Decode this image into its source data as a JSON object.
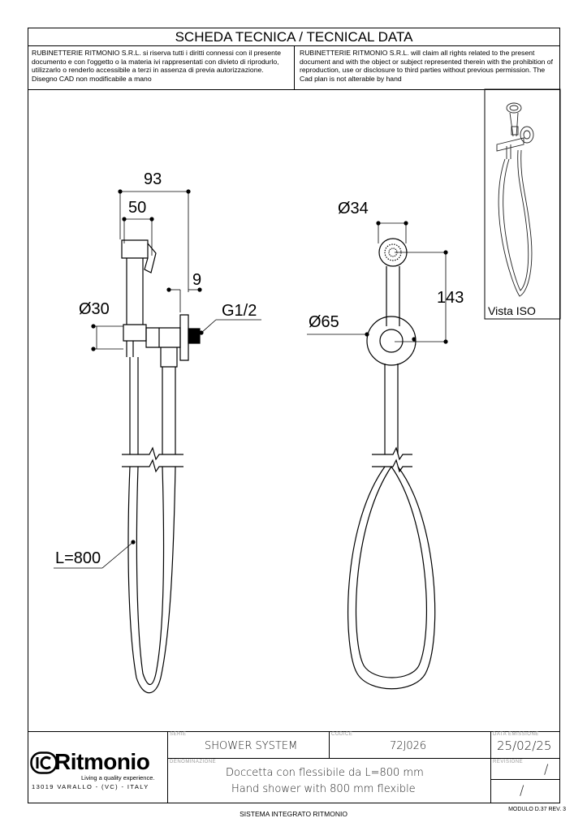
{
  "header": {
    "title": "SCHEDA TECNICA / TECNICAL DATA",
    "notice_it": "RUBINETTERIE RITMONIO S.R.L. si riserva tutti i diritti connessi con il presente documento e con l'oggetto o la materia ivi rappresentati con divieto di riprodurlo, utilizzarlo o renderlo accessibile a terzi in assenza di previa autorizzazione. Disegno CAD non modificabile a mano",
    "notice_en": "RUBINETTERIE RITMONIO S.R.L. will claim all rights related to the present document and with the object or subject represented therein with the prohibition  of reproduction, use or disclosure to third parties without previous permission.  The Cad plan is not alterable by hand"
  },
  "drawing": {
    "dim_93": "93",
    "dim_50": "50",
    "dim_9": "9",
    "dim_d30": "Ø30",
    "dim_g12": "G1/2",
    "dim_d34": "Ø34",
    "dim_143": "143",
    "dim_d65": "Ø65",
    "dim_l800": "L=800",
    "iso_label": "Vista ISO"
  },
  "title_block": {
    "brand": "Ritmonio",
    "tagline": "Living a quality experience.",
    "address": "13019 VARALLO - (VC) - ITALY",
    "serie_label": "SERIE",
    "serie_value": "SHOWER SYSTEM",
    "codice_label": "CODICE",
    "codice_value": "72J026",
    "data_label": "DATA EMISSIONE",
    "data_value": "25/02/25",
    "denominazione_label": "DENOMINAZIONE",
    "denominazione_it": "Doccetta con flessibile da L=800 mm",
    "denominazione_en": "Hand shower with 800 mm flexible",
    "revisione_label": "REVISIONE",
    "revisione_value": "/",
    "extra_value": "/"
  },
  "footer": {
    "system": "SISTEMA INTEGRATO RITMONIO",
    "modulo": "MODULO D.37 REV. 3"
  }
}
